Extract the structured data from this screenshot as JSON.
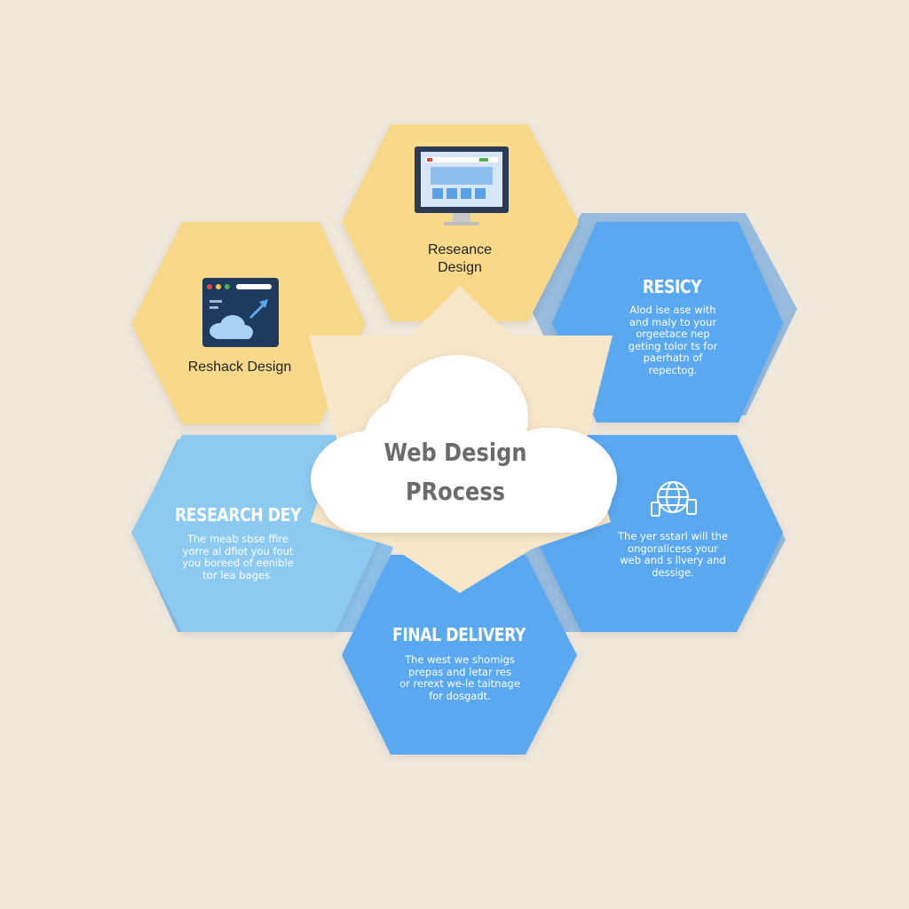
{
  "center": {
    "title": "Web Design\nPRocess"
  },
  "nodes": {
    "top": {
      "name": "Reseance\nDesign",
      "icon": "monitor-icon",
      "color": "#f8d98a"
    },
    "upper_left": {
      "name": "Reshack Design",
      "icon": "browser-cloud-icon",
      "color": "#f8d98a"
    },
    "upper_right": {
      "title": "RESICY",
      "body": "Alod ise ase with\nand maly to your\norgeetace nep\ngeting tolor ts for\npaerhatn of\nrepectog.",
      "color": "#5aa8f0"
    },
    "lower_right": {
      "icon": "globe-devices-icon",
      "body": "The yer sstarl will the\nongoralicess your\nweb and s llvery and\ndessige.",
      "color": "#5aa8f0"
    },
    "bottom": {
      "title": "FINAL DELIVERY",
      "body": "The west we shomigs\nprepas and letar res\nor rerext we-le taitnage\nfor dosgadt.",
      "color": "#5aa8f0"
    },
    "lower_left": {
      "title": "RESEARCH DEY",
      "body": "The meab sbse ffire\nyorre al dfiot you fout\nyou boreed of eenible\ntor lea bages.",
      "color": "#8ccaf2"
    }
  },
  "colors": {
    "background": "#f1e8dc",
    "star": "#f7e6c8",
    "cloud": "#ffffff",
    "text_blue": "#3a8fe0"
  }
}
